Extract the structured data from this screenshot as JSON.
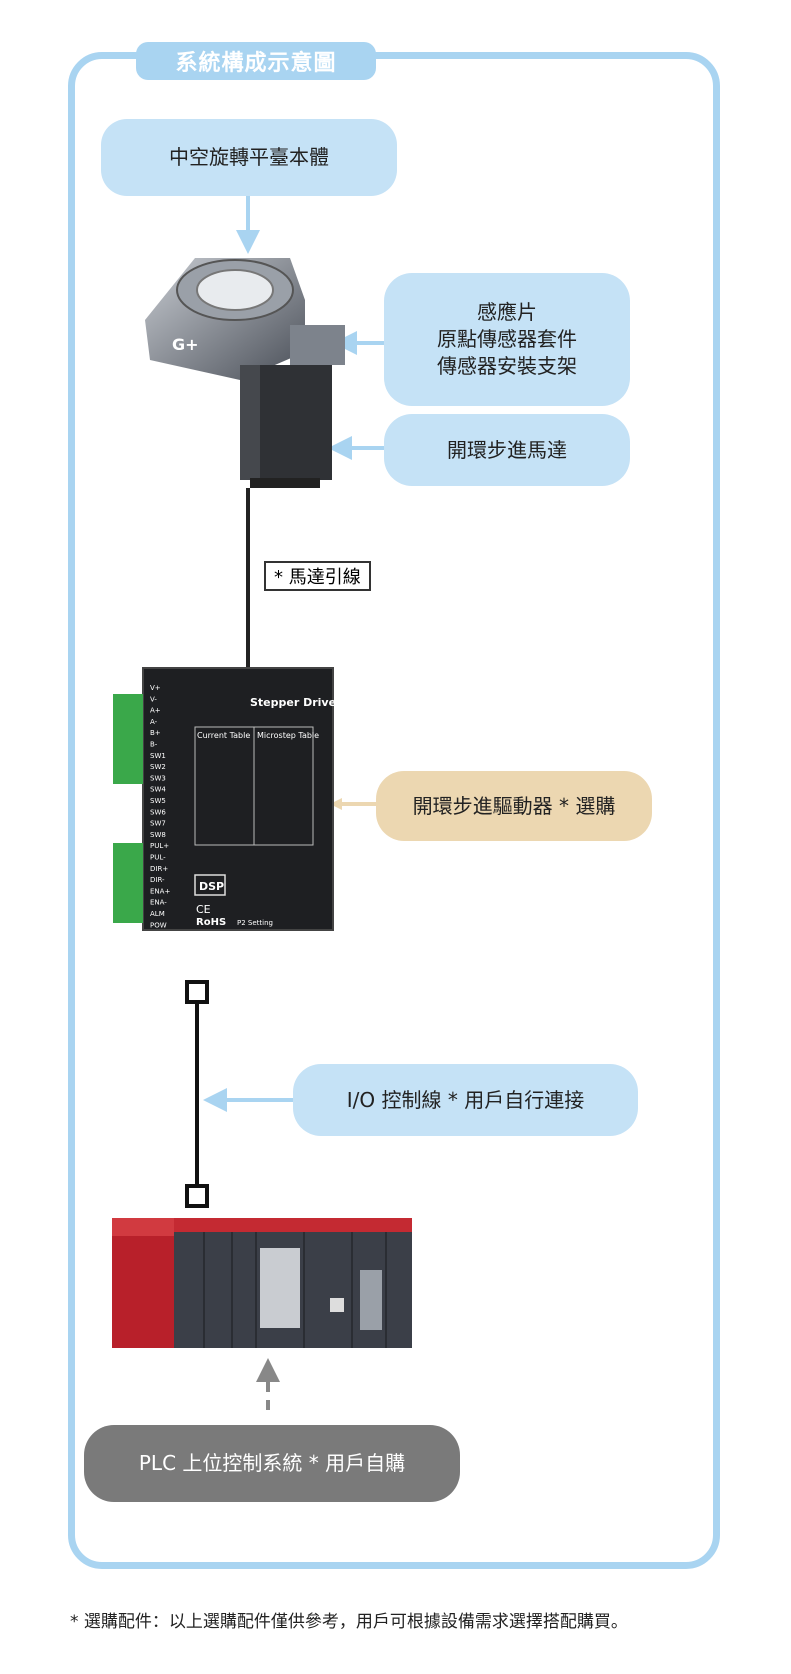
{
  "title": "系統構成示意圖",
  "bubbles": {
    "table": "中空旋轉平臺本體",
    "sensor": [
      "感應片",
      "原點傳感器套件",
      "傳感器安裝支架"
    ],
    "motor": "開環步進馬達",
    "driver": "開環步進驅動器 * 選購",
    "io": "I/O 控制線 * 用戶自行連接",
    "plc": "PLC 上位控制系統 * 用戶自購"
  },
  "cable_label": "* 馬達引線",
  "driver_panel": {
    "brand": "Stepper Driver",
    "current_table": "Current Table",
    "microstep_table": "Microstep Table",
    "dsp": "DSP",
    "ce": "CE",
    "rohs": "RoHS",
    "setting": "P2 Setting",
    "pins_left": [
      "V+",
      "V-",
      "A+",
      "A-",
      "B+",
      "B-",
      "SW1",
      "SW2",
      "SW3",
      "SW4",
      "SW5",
      "SW6",
      "SW7",
      "SW8",
      "PUL+",
      "PUL-",
      "DIR+",
      "DIR-",
      "ENA+",
      "ENA-",
      "ALM",
      "POW"
    ]
  },
  "footnote": "* 選購配件：以上選購配件僅供參考，用戶可根據設備需求選擇搭配購買。",
  "colors": {
    "frame": "#a9d4f1",
    "bubble_blue": "#c5e2f6",
    "bubble_tan": "#ecd7b1",
    "bubble_gray": "#7a7a7a"
  }
}
